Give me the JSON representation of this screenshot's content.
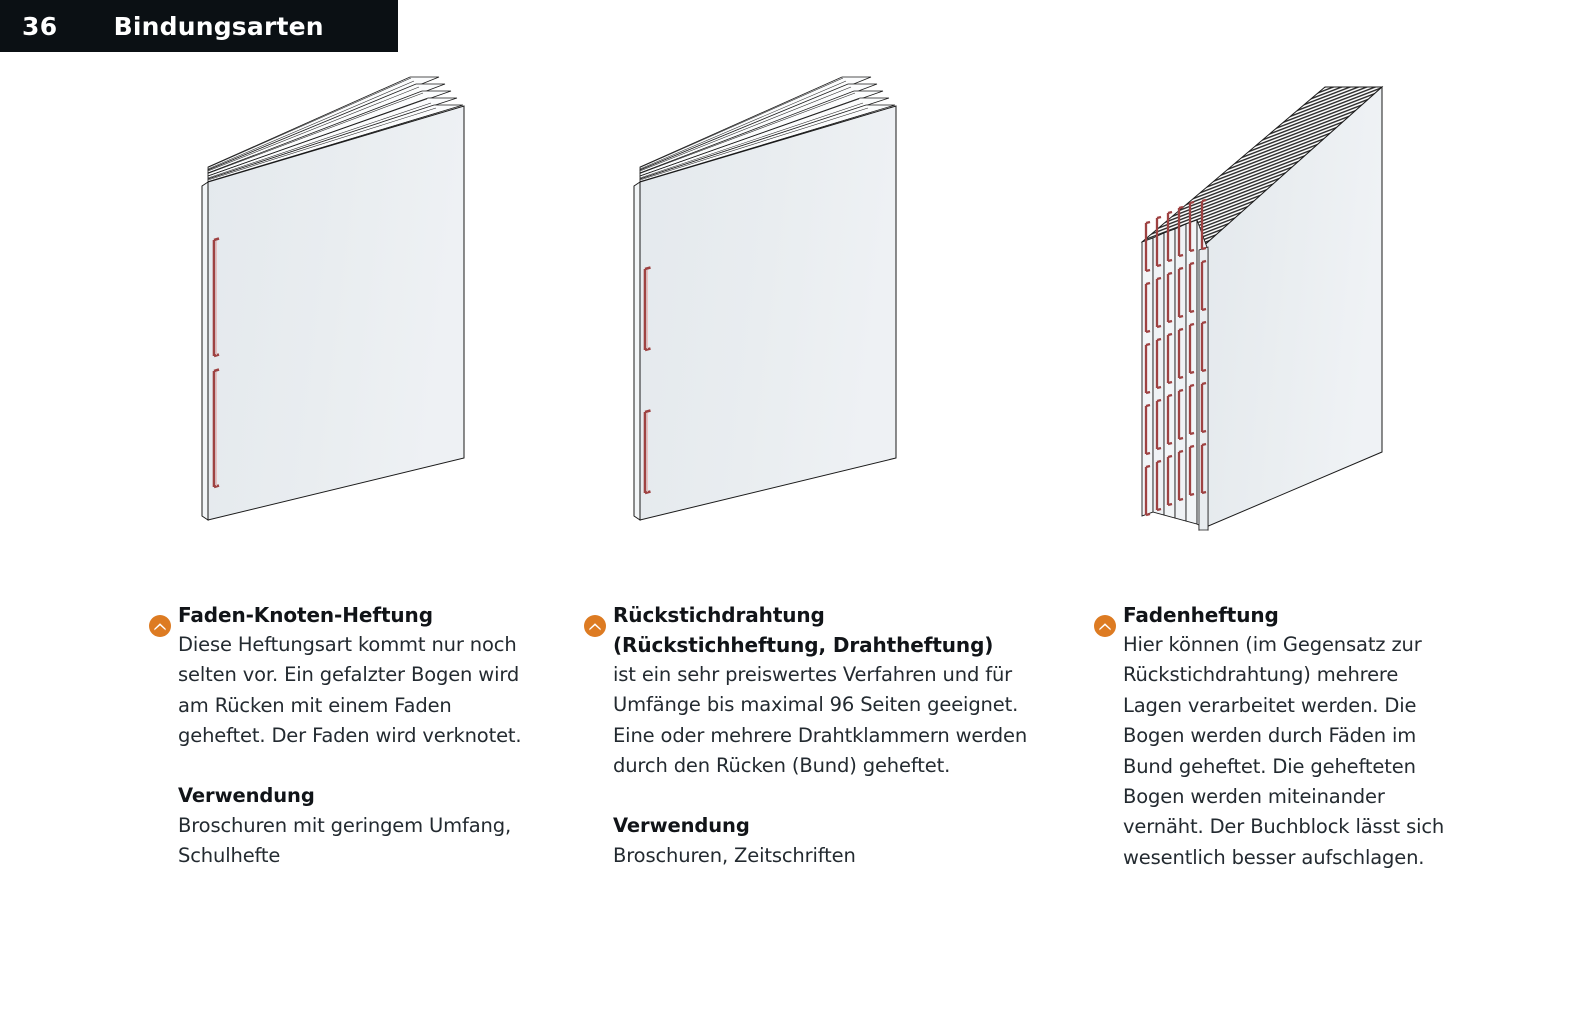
{
  "header": {
    "page_number": "36",
    "title": "Bindungsarten",
    "background_color": "#0b1014",
    "text_color": "#ffffff"
  },
  "theme": {
    "accent_color": "#dd7b22",
    "thread_color": "#9e4242",
    "paper_face_color": "#e8ecef",
    "paper_edge_color": "#f4f6f8",
    "outline_color": "#1a1a1a",
    "page_background": "#ffffff",
    "body_text_color": "#232a30"
  },
  "illustrations": [
    {
      "name": "faden-knoten-heftung-illustration",
      "description": "Gefalzter Bogen, am Ruecken mit Faden geheftet",
      "signatures": 1,
      "stitches": 2,
      "stitch_color": "#9e4242"
    },
    {
      "name": "rueckstichdrahtung-illustration",
      "description": "Gefalzter Bogen mit zwei Drahtklammern im Ruecken",
      "signatures": 1,
      "stitches": 2,
      "stitch_color": "#9e4242"
    },
    {
      "name": "fadenheftung-illustration",
      "description": "Buchblock aus mehreren Lagen, mit Faeden im Bund geheftet",
      "signatures": 6,
      "stitches": 5,
      "stitch_color": "#9e4242"
    }
  ],
  "columns": [
    {
      "icon": "chevron-up-circle-icon",
      "heading": "Faden-Knoten-Heftung",
      "heading_line2": "",
      "body": "Diese Heftungsart kommt nur noch selten vor. Ein gefalzter Bogen wird am Rücken mit einem Faden geheftet. Der Faden wird verknotet.",
      "subhead": "Verwendung",
      "subbody": "Broschuren mit geringem Umfang, Schulhefte"
    },
    {
      "icon": "chevron-up-circle-icon",
      "heading": "Rückstichdrahtung",
      "heading_line2": "(Rückstichheftung, Drahtheftung)",
      "body": "ist ein sehr preiswertes Verfahren und für Umfänge bis maximal 96 Seiten geeignet. Eine oder mehrere Drahtklammern werden durch den Rücken (Bund) geheftet.",
      "subhead": "Verwendung",
      "subbody": "Broschuren, Zeitschriften"
    },
    {
      "icon": "chevron-up-circle-icon",
      "heading": "Fadenheftung",
      "heading_line2": "",
      "body": "Hier können (im Gegensatz zur Rückstichdrahtung) mehrere Lagen verarbeitet werden. Die Bogen werden durch Fäden im Bund geheftet. Die gehefteten Bogen werden miteinander vernäht. Der Buchblock lässt sich wesentlich besser aufschlagen.",
      "subhead": "",
      "subbody": ""
    }
  ]
}
